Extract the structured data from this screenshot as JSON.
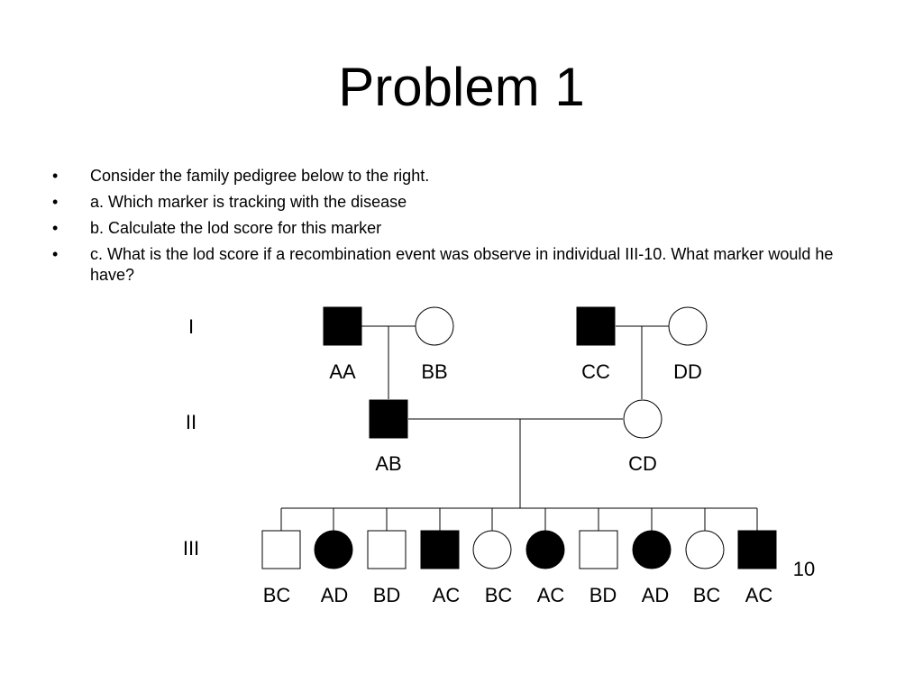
{
  "slide": {
    "title": "Problem 1",
    "bullet_char": "•",
    "bullets": [
      "Consider the family pedigree below to the right.",
      "a.  Which marker is tracking with the disease",
      "b.  Calculate the lod score for this marker",
      "c. What is the lod score if a recombination event was observe in individual III-10.  What marker would he have?"
    ]
  },
  "pedigree": {
    "generations": [
      "I",
      "II",
      "III"
    ],
    "gen1": [
      {
        "sex": "male",
        "affected": true,
        "genotype": "AA"
      },
      {
        "sex": "female",
        "affected": false,
        "genotype": "BB"
      },
      {
        "sex": "male",
        "affected": true,
        "genotype": "CC"
      },
      {
        "sex": "female",
        "affected": false,
        "genotype": "DD"
      }
    ],
    "gen2": [
      {
        "sex": "male",
        "affected": true,
        "genotype": "AB"
      },
      {
        "sex": "female",
        "affected": false,
        "genotype": "CD"
      }
    ],
    "gen3": [
      {
        "sex": "male",
        "affected": false,
        "genotype": "BC"
      },
      {
        "sex": "female",
        "affected": true,
        "genotype": "AD"
      },
      {
        "sex": "male",
        "affected": false,
        "genotype": "BD"
      },
      {
        "sex": "male",
        "affected": true,
        "genotype": "AC"
      },
      {
        "sex": "female",
        "affected": false,
        "genotype": "BC"
      },
      {
        "sex": "female",
        "affected": true,
        "genotype": "AC"
      },
      {
        "sex": "male",
        "affected": false,
        "genotype": "BD"
      },
      {
        "sex": "female",
        "affected": true,
        "genotype": "AD"
      },
      {
        "sex": "female",
        "affected": false,
        "genotype": "BC"
      },
      {
        "sex": "male",
        "affected": true,
        "genotype": "AC"
      }
    ],
    "individual_label": "10"
  }
}
